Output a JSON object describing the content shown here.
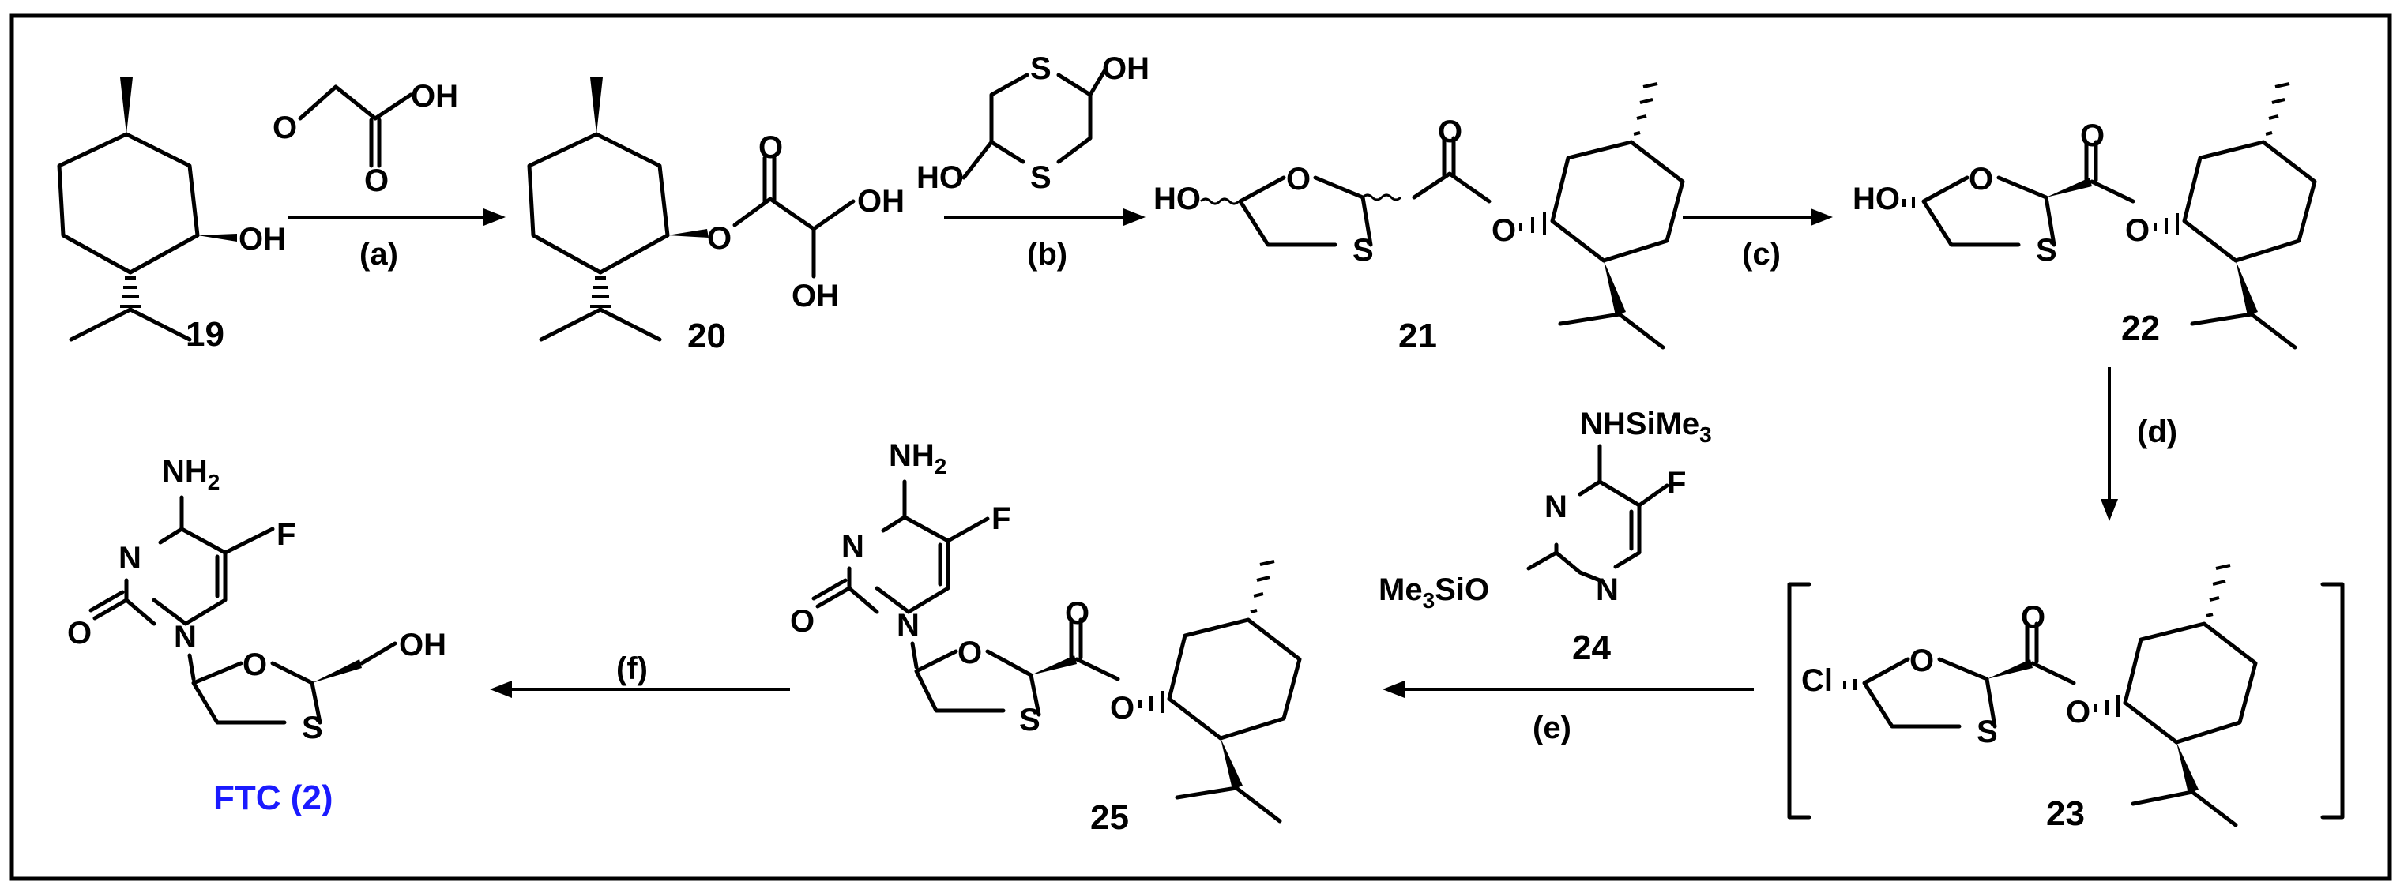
{
  "compounds": {
    "c19": "19",
    "c20": "20",
    "c21": "21",
    "c22": "22",
    "c23": "23",
    "c24": "24",
    "c25": "25",
    "ftc": "FTC (2)"
  },
  "conditions": {
    "a": "(a)",
    "b": "(b)",
    "c": "(c)",
    "d": "(d)",
    "e": "(e)",
    "f": "(f)"
  },
  "atoms": {
    "oh": "OH",
    "ho": "HO",
    "o": "O",
    "s": "S",
    "n": "N",
    "f": "F",
    "cl": "Cl",
    "nh2_main": "NH",
    "nh2_sub": "2",
    "nhsime3_main": "NHSiMe",
    "nhsime3_sub": "3",
    "me3sio_pre": "Me",
    "me3sio_sub": "3",
    "me3sio_post": "SiO"
  },
  "colors": {
    "ftc_label": "#1a1aff"
  }
}
